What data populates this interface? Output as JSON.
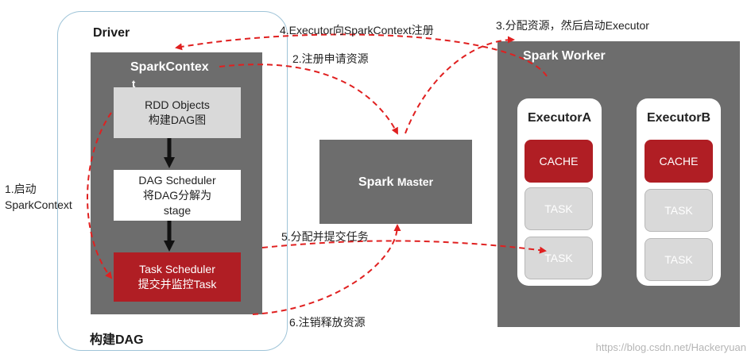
{
  "driver": {
    "title": "Driver",
    "footer": "构建DAG",
    "spark_context": "SparkContex",
    "spark_context_tail": "t",
    "rdd": [
      "RDD Objects",
      "构建DAG图"
    ],
    "dag_scheduler": [
      "DAG Scheduler",
      "将DAG分解为",
      "stage"
    ],
    "task_scheduler": [
      "Task Scheduler",
      "提交并监控Task"
    ]
  },
  "master": {
    "name_a": "Spark",
    "name_b": "Master"
  },
  "worker": {
    "title": "Spark Worker",
    "executors": [
      {
        "name": "ExecutorA",
        "cache": "CACHE",
        "tasks": [
          "TASK",
          "TASK"
        ]
      },
      {
        "name": "ExecutorB",
        "cache": "CACHE",
        "tasks": [
          "TASK",
          "TASK"
        ]
      }
    ]
  },
  "steps": {
    "s1_line1": "1.启动",
    "s1_line2": "SparkContext",
    "s2": "2.注册申请资源",
    "s3": "3.分配资源，然后启动Executor",
    "s4": "4.Executor向SparkContext注册",
    "s5": "5.分配并提交任务",
    "s6": "6.注销释放资源"
  },
  "watermark": "https://blog.csdn.net/Hackeryuan",
  "colors": {
    "accent_red": "#b01e24",
    "panel_gray": "#6d6d6d",
    "arrow_red": "#e02020",
    "driver_border": "#9fc4d8"
  }
}
